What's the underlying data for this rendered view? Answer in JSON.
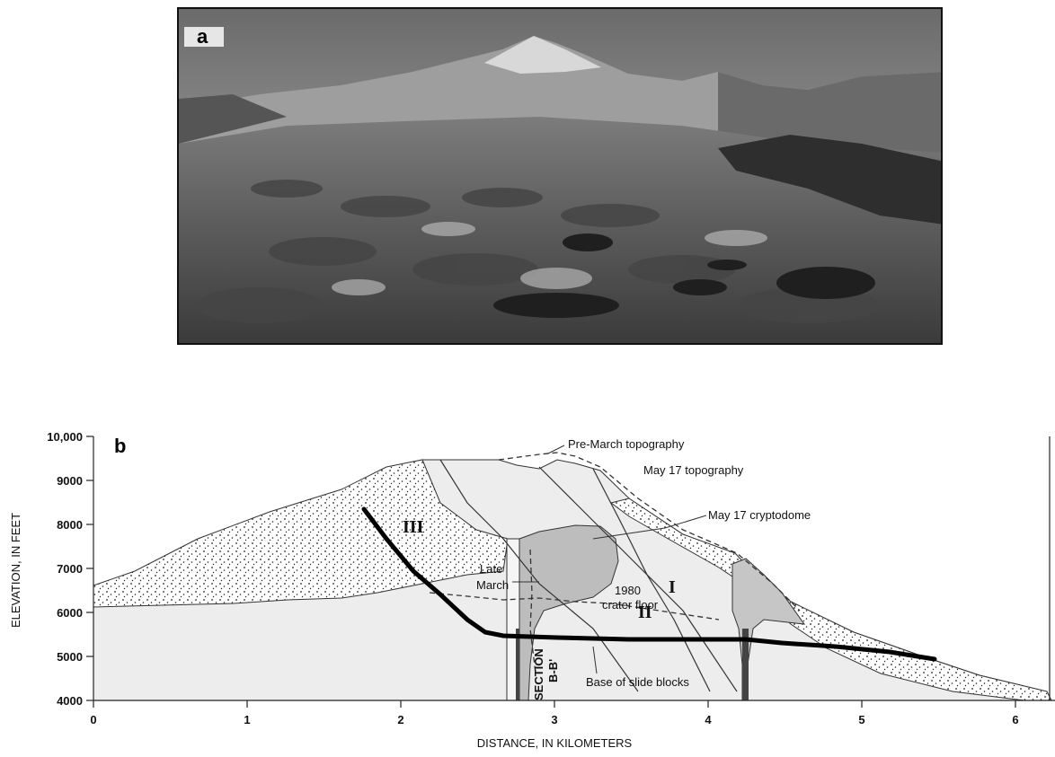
{
  "panels": {
    "a_label": "a",
    "b_label": "b"
  },
  "section": {
    "y_axis_title": "ELEVATION, IN FEET",
    "x_axis_title": "DISTANCE, IN KILOMETERS",
    "y_ticks": [
      "10,000",
      "9000",
      "8000",
      "7000",
      "6000",
      "5000",
      "4000"
    ],
    "x_ticks": [
      "0",
      "1",
      "2",
      "3",
      "4",
      "5",
      "6"
    ],
    "units": {
      "I": "I",
      "II": "II",
      "III": "III"
    },
    "annotations": {
      "pre_march": "Pre-March topography",
      "may17_topo": "May 17 topography",
      "may17_cryptodome": "May 17 cryptodome",
      "late": "Late",
      "march": "March",
      "crater_1980": "1980",
      "crater_floor": "crater floor",
      "section_bb": "SECTION",
      "section_bb2": "B-B'",
      "base_slide": "Base of slide blocks"
    }
  }
}
